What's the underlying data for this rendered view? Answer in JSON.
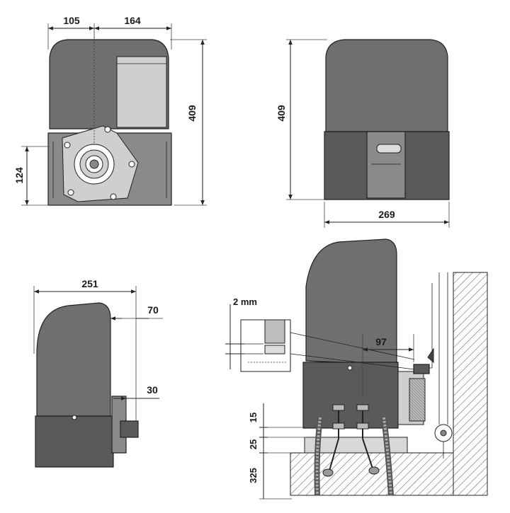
{
  "views": {
    "front": {
      "width_left": "105",
      "width_right": "164",
      "height_total": "409",
      "height_base": "124"
    },
    "back": {
      "height_total": "409",
      "width": "269"
    },
    "side": {
      "depth": "251",
      "offset_top": "70",
      "offset_bottom": "30"
    },
    "install": {
      "gap": "2 mm",
      "rack_distance": "97",
      "level_1": "15",
      "level_2": "25",
      "level_3": "325"
    }
  },
  "colors": {
    "body": "#6f6f6f",
    "line": "#222222"
  }
}
